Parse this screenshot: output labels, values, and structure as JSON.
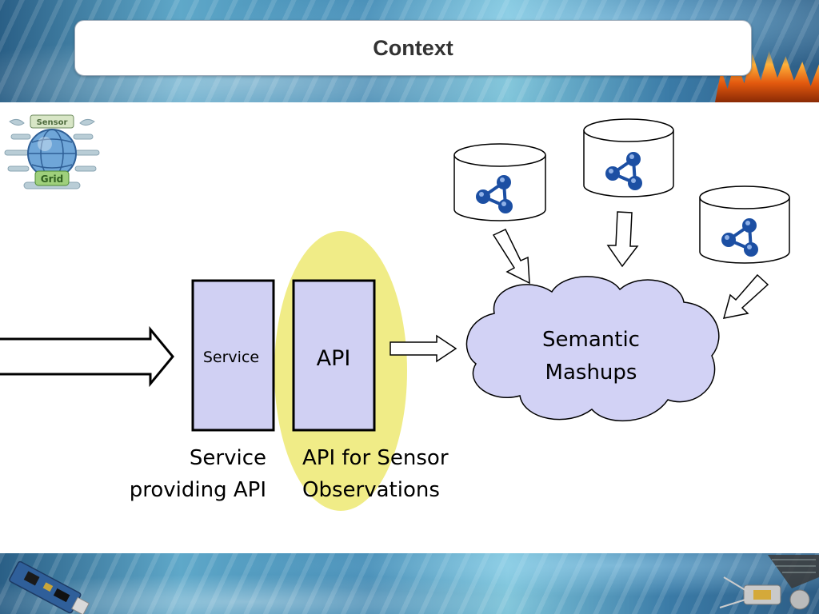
{
  "slide": {
    "title": "Context"
  },
  "logo": {
    "icon": "sensor-grid-logo",
    "lines": [
      "Sensor",
      "Grid"
    ]
  },
  "diagram": {
    "service_box_label": "Service",
    "api_box_label": "API",
    "cloud_label_line1": "Semantic",
    "cloud_label_line2": "Mashups",
    "service_caption_line1": "Service",
    "service_caption_line2": "providing API",
    "api_caption_line1": "API for Sensor",
    "api_caption_line2": "Observations",
    "datastore_icon": "rdf-graph-icon",
    "colors": {
      "box_fill": "#d0d0f3",
      "highlight": "#eeea7a",
      "cloud_fill": "#d2d2f5",
      "node_blue": "#1c4fa3"
    }
  }
}
